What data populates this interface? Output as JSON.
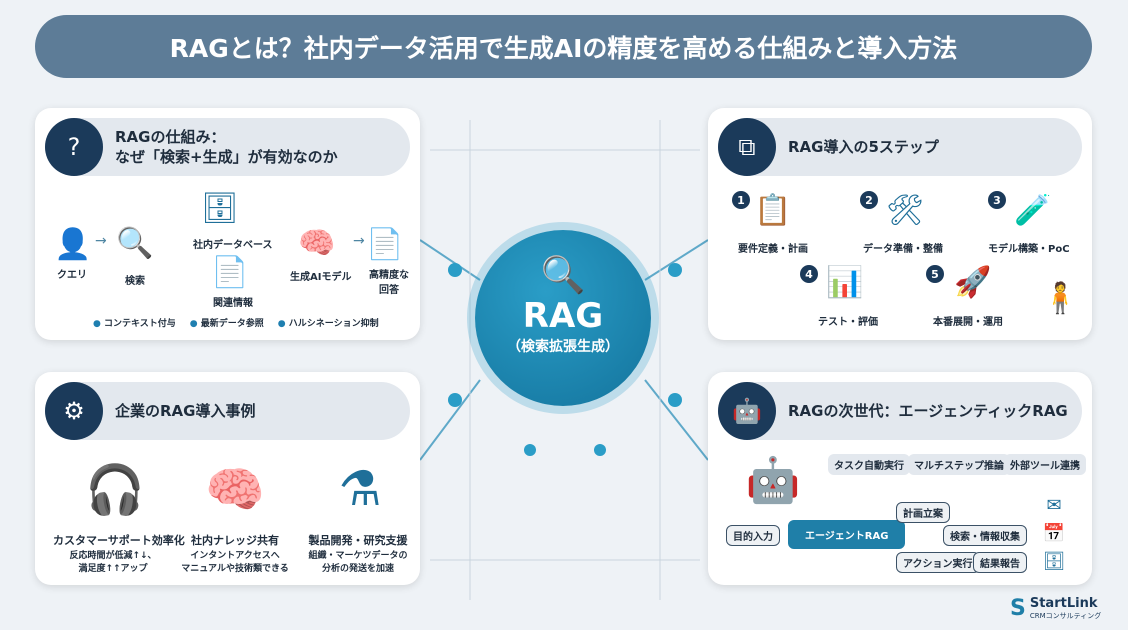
{
  "title": "RAGとは？社内データ活用で生成AIの精度を高める仕組みと導入方法",
  "center": {
    "title": "RAG",
    "subtitle": "（検索拡張生成）"
  },
  "mechanism": {
    "title_line1": "RAGの仕組み：",
    "title_line2": "なぜ「検索+生成」が有効なのか",
    "query": "クエリ",
    "search": "検索",
    "db": "社内データベース",
    "related": "関連情報",
    "model": "生成AIモデル",
    "answer_line1": "高精度な",
    "answer_line2": "回答",
    "benefits": [
      "コンテキスト付与",
      "最新データ参照",
      "ハルシネーション抑制"
    ]
  },
  "cases": {
    "title": "企業のRAG導入事例",
    "items": [
      {
        "title": "カスタマーサポート効率化",
        "desc1": "反応時間が低減↑↓、",
        "desc2": "満足度↑↑アップ"
      },
      {
        "title": "社内ナレッジ共有",
        "desc1": "インタントアクセスへ",
        "desc2": "マニュアルや技術類できる"
      },
      {
        "title": "製品開発・研究支援",
        "desc1": "組織・マーケツデータの",
        "desc2": "分析の発送を加速"
      }
    ]
  },
  "steps": {
    "title": "RAG導入の5ステップ",
    "items": [
      {
        "num": "1",
        "label": "要件定義・計画"
      },
      {
        "num": "2",
        "label": "データ準備・整備"
      },
      {
        "num": "3",
        "label": "モデル構築・PoC"
      },
      {
        "num": "4",
        "label": "テスト・評価"
      },
      {
        "num": "5",
        "label": "本番展開・運用"
      }
    ]
  },
  "agentic": {
    "title": "RAGの次世代：エージェンティックRAG",
    "features": [
      "タスク自動実行",
      "マルチステップ推論",
      "外部ツール連携"
    ],
    "input": "目的入力",
    "agent": "エージェントRAG",
    "plan": "計画立案",
    "collect": "検索・情報収集",
    "action": "アクション実行",
    "report": "結果報告"
  },
  "logo": {
    "name": "StartLink",
    "sub": "CRMコンサルティング"
  }
}
